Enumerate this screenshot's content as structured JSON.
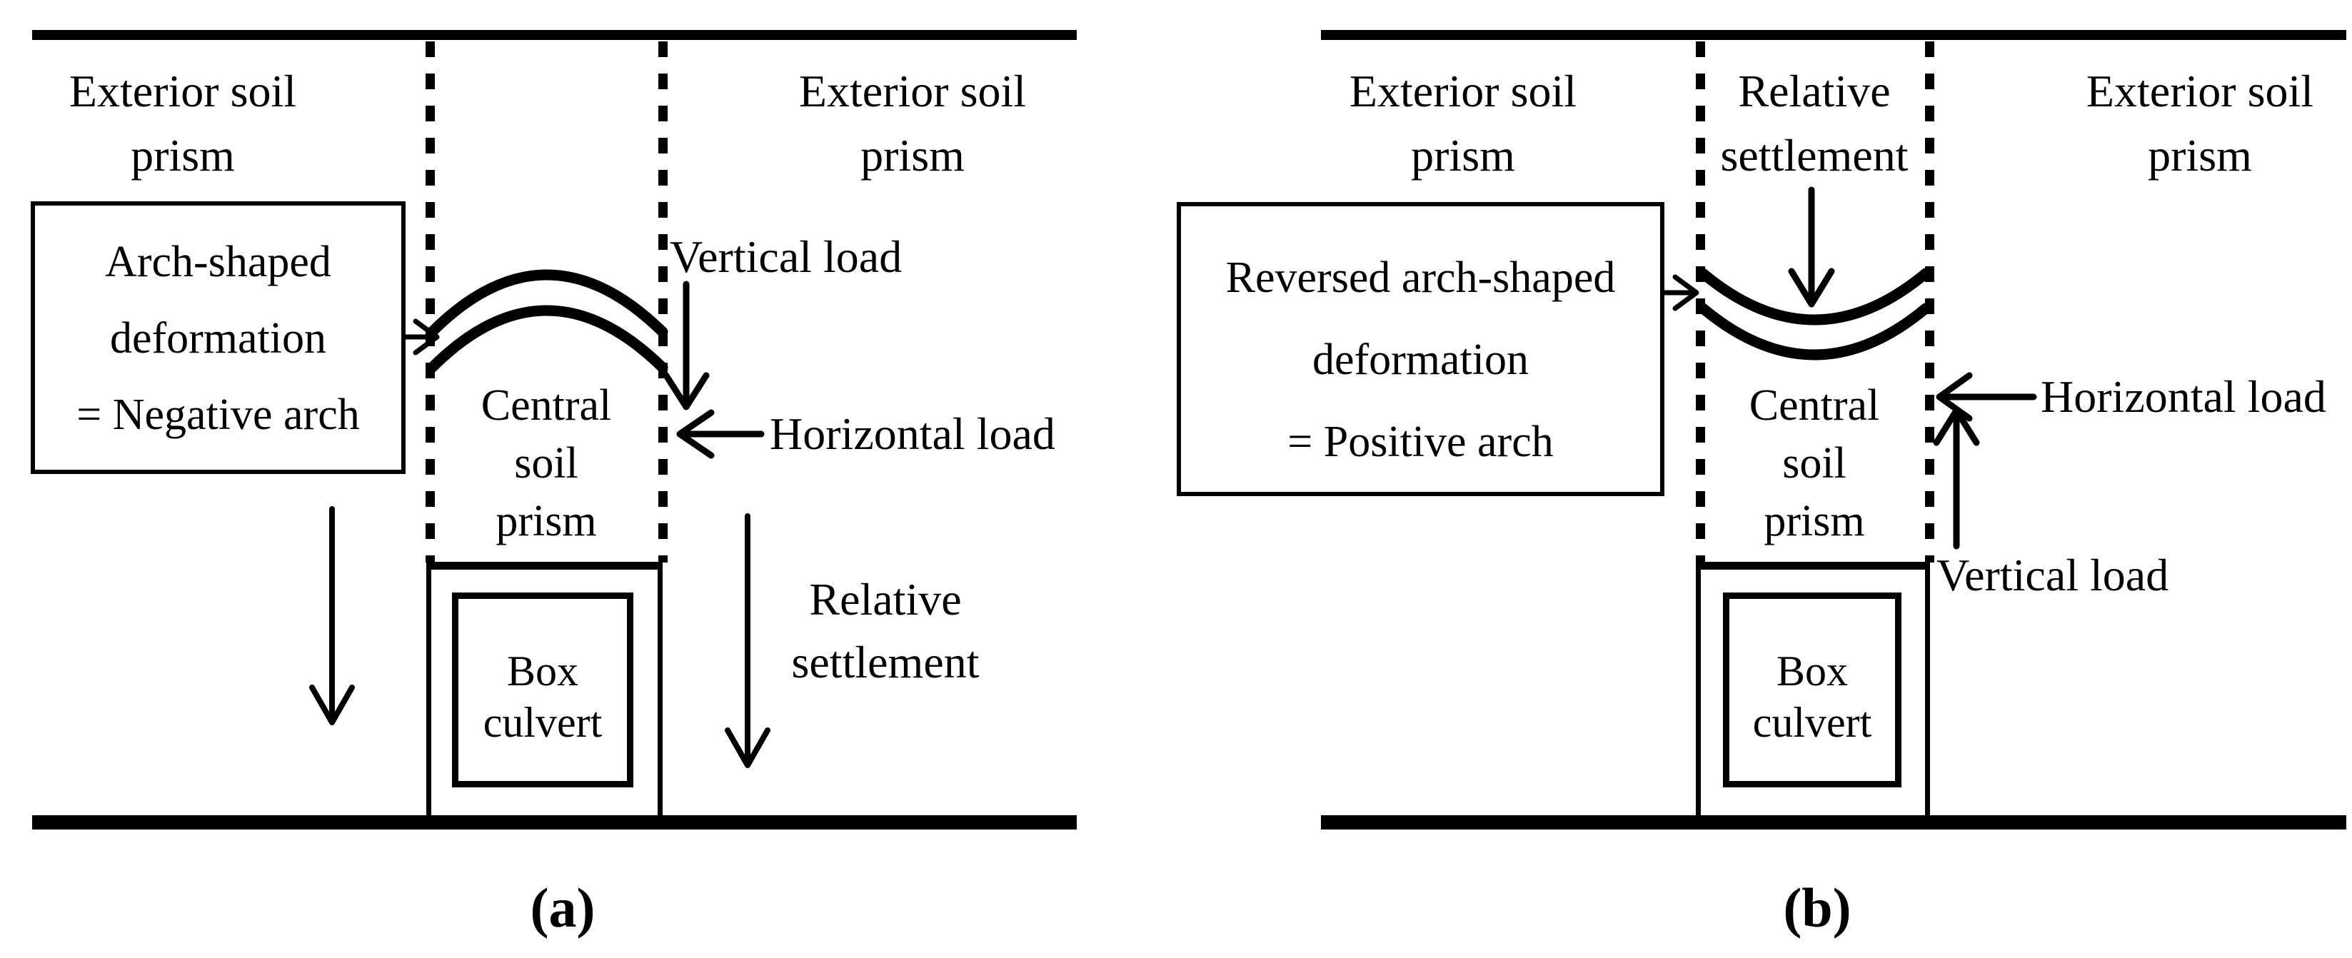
{
  "figure": {
    "background": "#ffffff",
    "ink_color": "#000000"
  },
  "panel_a": {
    "caption": "(a)",
    "exterior_left_line1": "Exterior soil",
    "exterior_left_line2": "prism",
    "exterior_right_line1": "Exterior soil",
    "exterior_right_line2": "prism",
    "deformation_box_line1": "Arch-shaped",
    "deformation_box_line2": "deformation",
    "deformation_box_line3": "= Negative arch",
    "vertical_load_label": "Vertical load",
    "horizontal_load_label": "Horizontal load",
    "central_prism_line1": "Central",
    "central_prism_line2": "soil",
    "central_prism_line3": "prism",
    "relative_settlement_line1": "Relative",
    "relative_settlement_line2": "settlement",
    "box_culvert_line1": "Box",
    "box_culvert_line2": "culvert"
  },
  "panel_b": {
    "caption": "(b)",
    "exterior_left_line1": "Exterior soil",
    "exterior_left_line2": "prism",
    "exterior_right_line1": "Exterior soil",
    "exterior_right_line2": "prism",
    "relative_settlement_top_line1": "Relative",
    "relative_settlement_top_line2": "settlement",
    "deformation_box_line1": "Reversed arch-shaped",
    "deformation_box_line2": "deformation",
    "deformation_box_line3": "= Positive arch",
    "horizontal_load_label": "Horizontal load",
    "vertical_load_label": "Vertical load",
    "central_prism_line1": "Central",
    "central_prism_line2": "soil",
    "central_prism_line3": "prism",
    "box_culvert_line1": "Box",
    "box_culvert_line2": "culvert"
  }
}
